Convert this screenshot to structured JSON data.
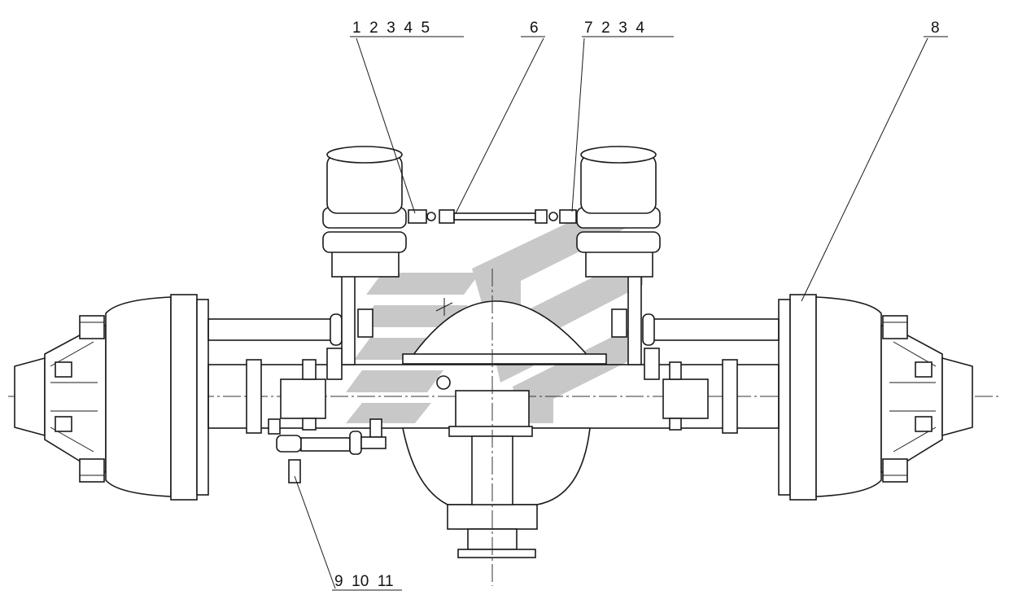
{
  "callouts": {
    "group_a": "1  2  3  4  5",
    "item_6": "6",
    "group_b": "7  2  3  4",
    "item_8": "8",
    "group_c": "9  10  11"
  },
  "colors": {
    "line": "#1a1a1a",
    "watermark": "#c8c8c8",
    "background": "#ffffff"
  }
}
